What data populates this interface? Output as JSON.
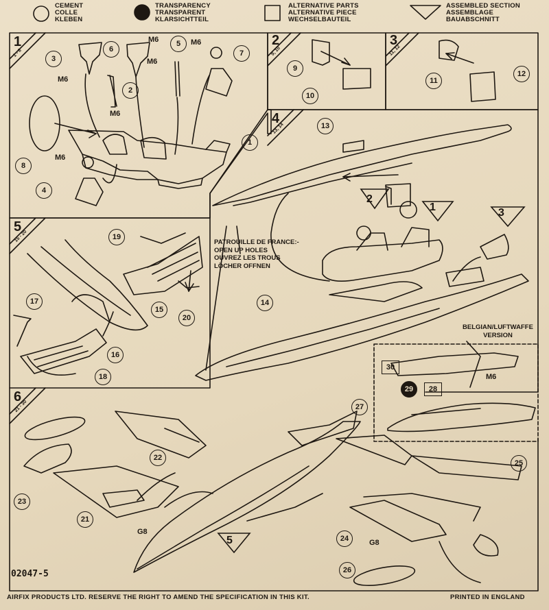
{
  "legend": {
    "cement": [
      "CEMENT",
      "COLLE",
      "KLEBEN"
    ],
    "transparency": [
      "TRANSPARENCY",
      "TRANSPARENT",
      "KLARSICHTTEIL"
    ],
    "alternative": [
      "ALTERNATIVE PARTS",
      "ALTERNATIVE PIECE",
      "WECHSELBAUTEIL"
    ],
    "assembled": [
      "ASSEMBLED SECTION",
      "ASSEMBLAGE",
      "BAUABSCHNITT"
    ]
  },
  "steps": [
    {
      "number": "1",
      "range": "1 - 8"
    },
    {
      "number": "2",
      "range": "9, 10"
    },
    {
      "number": "3",
      "range": "11, 12"
    },
    {
      "number": "4",
      "range": "13, 14"
    },
    {
      "number": "5",
      "range": "15 - 20"
    },
    {
      "number": "6",
      "range": "21 - 30"
    }
  ],
  "parts": [
    "1",
    "2",
    "3",
    "4",
    "5",
    "6",
    "7",
    "8",
    "9",
    "10",
    "11",
    "12",
    "13",
    "14",
    "15",
    "16",
    "17",
    "18",
    "19",
    "20",
    "21",
    "22",
    "23",
    "24",
    "25",
    "26",
    "27",
    "28",
    "29",
    "30"
  ],
  "weights": [
    "M6",
    "M6",
    "M6",
    "M6",
    "M6",
    "M6"
  ],
  "gear": [
    "G8",
    "G8"
  ],
  "note_lines": [
    "PATROUILLE DE FRANCE:-",
    "OPEN UP HOLES",
    "OUVREZ LES TROUS",
    "LÖCHER OFFNEN"
  ],
  "belgian_lines": [
    "BELGIAN/LUFTWAFFE",
    "VERSION"
  ],
  "m6_inset": "M6",
  "assembled_refs": [
    "2",
    "1",
    "3",
    "5"
  ],
  "code": "02047-5",
  "footer_left": "AIRFIX PRODUCTS LTD. RESERVE THE RIGHT TO AMEND THE SPECIFICATION IN THIS KIT.",
  "footer_right": "PRINTED IN ENGLAND"
}
